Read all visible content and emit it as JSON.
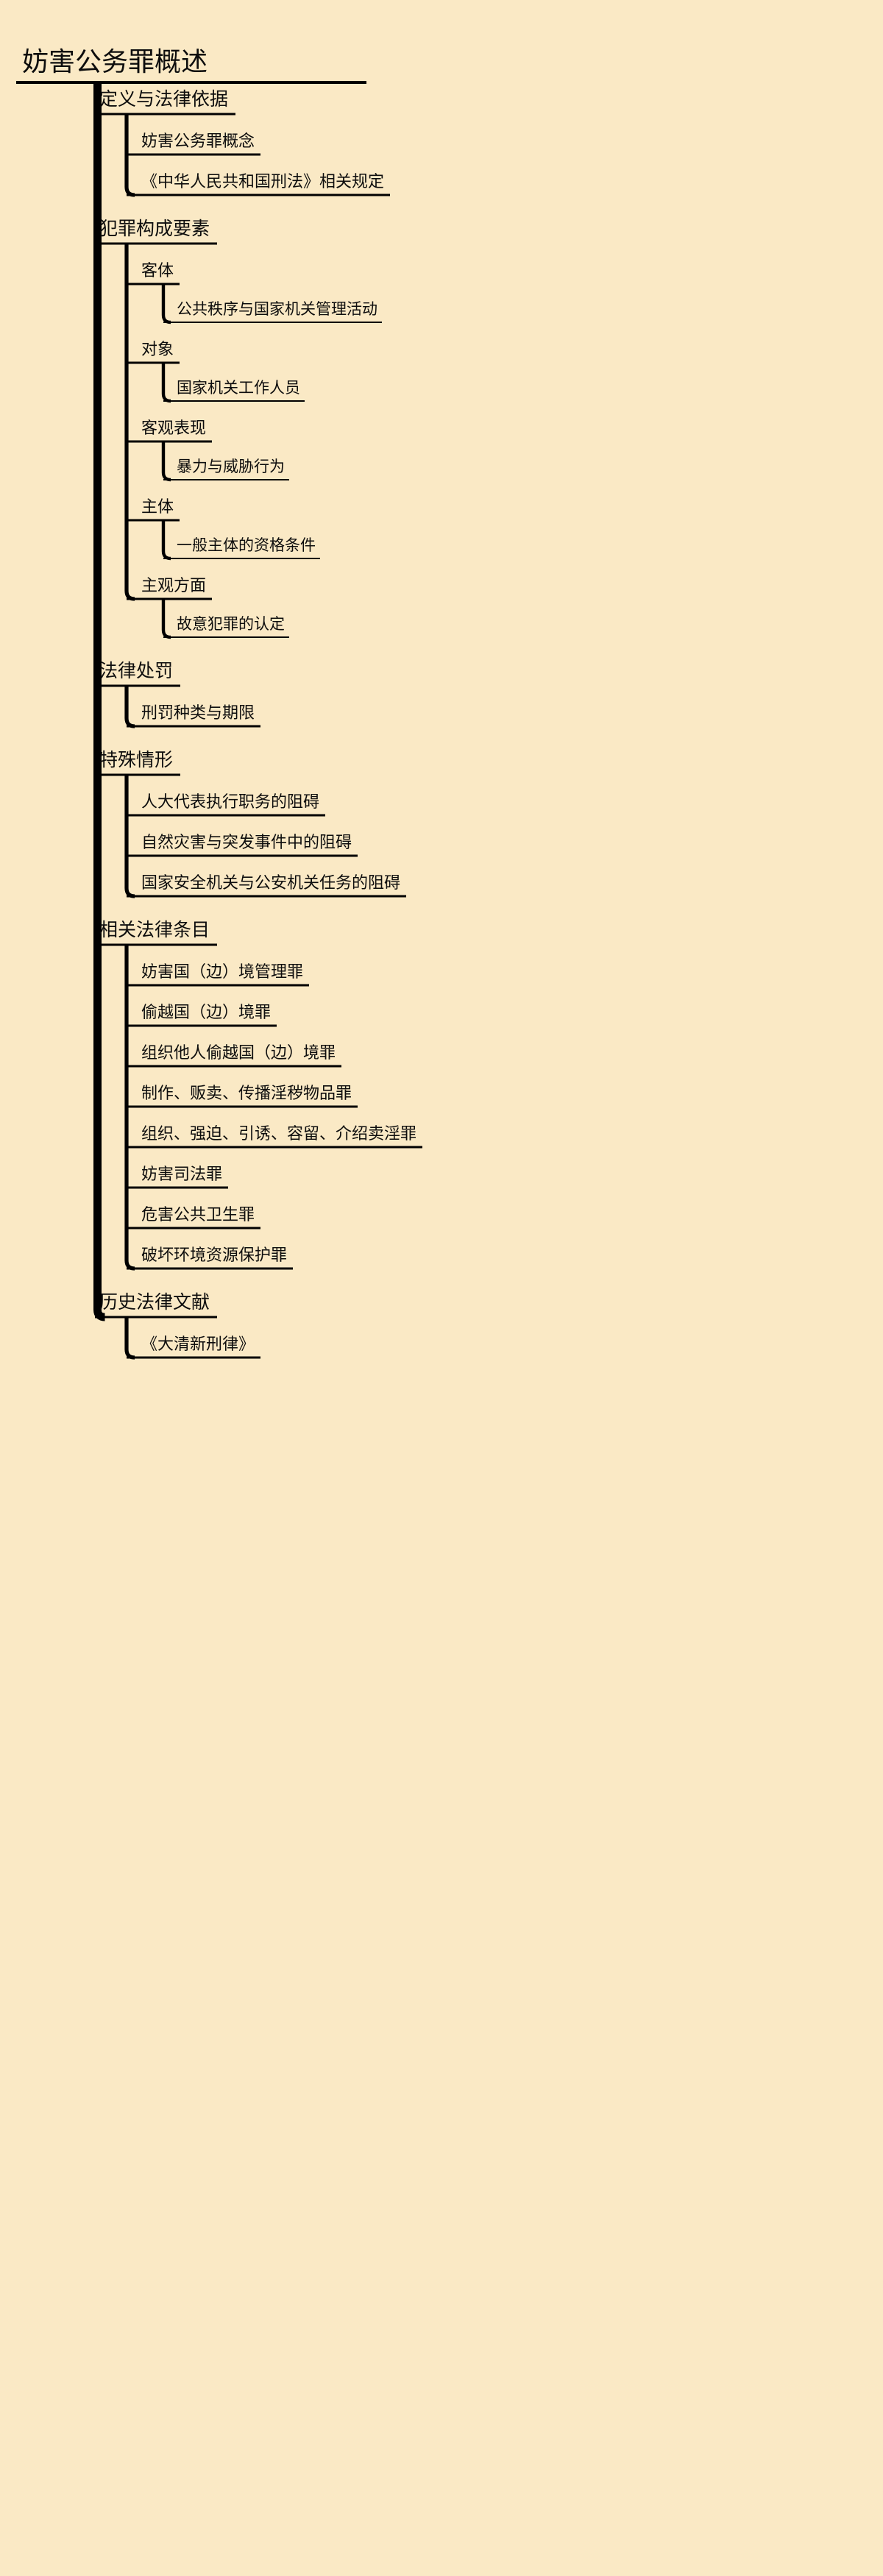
{
  "background_color": "#fae9c5",
  "line_color": "#000000",
  "text_color": "#0d0d0d",
  "mindmap": {
    "root": {
      "label": "妨害公务罪概述"
    },
    "branches": [
      {
        "label": "定义与法律依据",
        "children": [
          {
            "label": "妨害公务罪概念",
            "children": []
          },
          {
            "label": "《中华人民共和国刑法》相关规定",
            "children": []
          }
        ]
      },
      {
        "label": "犯罪构成要素",
        "children": [
          {
            "label": "客体",
            "children": [
              {
                "label": "公共秩序与国家机关管理活动"
              }
            ]
          },
          {
            "label": "对象",
            "children": [
              {
                "label": "国家机关工作人员"
              }
            ]
          },
          {
            "label": "客观表现",
            "children": [
              {
                "label": "暴力与威胁行为"
              }
            ]
          },
          {
            "label": "主体",
            "children": [
              {
                "label": "一般主体的资格条件"
              }
            ]
          },
          {
            "label": "主观方面",
            "children": [
              {
                "label": "故意犯罪的认定"
              }
            ]
          }
        ]
      },
      {
        "label": "法律处罚",
        "children": [
          {
            "label": "刑罚种类与期限",
            "children": []
          }
        ]
      },
      {
        "label": "特殊情形",
        "children": [
          {
            "label": "人大代表执行职务的阻碍",
            "children": []
          },
          {
            "label": "自然灾害与突发事件中的阻碍",
            "children": []
          },
          {
            "label": "国家安全机关与公安机关任务的阻碍",
            "children": []
          }
        ]
      },
      {
        "label": "相关法律条目",
        "children": [
          {
            "label": "妨害国（边）境管理罪",
            "children": []
          },
          {
            "label": "偷越国（边）境罪",
            "children": []
          },
          {
            "label": "组织他人偷越国（边）境罪",
            "children": []
          },
          {
            "label": "制作、贩卖、传播淫秽物品罪",
            "children": []
          },
          {
            "label": "组织、强迫、引诱、容留、介绍卖淫罪",
            "children": []
          },
          {
            "label": "妨害司法罪",
            "children": []
          },
          {
            "label": "危害公共卫生罪",
            "children": []
          },
          {
            "label": "破坏环境资源保护罪",
            "children": []
          }
        ]
      },
      {
        "label": "历史法律文献",
        "children": [
          {
            "label": "《大清新刑律》",
            "children": []
          }
        ]
      }
    ]
  }
}
